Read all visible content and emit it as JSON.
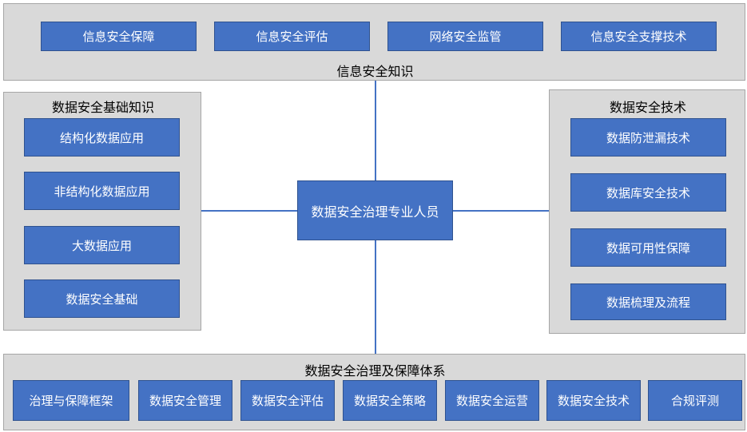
{
  "colors": {
    "box_fill": "#4472c4",
    "panel_fill": "#d9d9d9",
    "connector": "#4472c4"
  },
  "center": {
    "label": "数据安全治理专业人员"
  },
  "top": {
    "title": "信息安全知识",
    "items": [
      "信息安全保障",
      "信息安全评估",
      "网络安全监管",
      "信息安全支撑技术"
    ]
  },
  "left": {
    "title": "数据安全基础知识",
    "items": [
      "结构化数据应用",
      "非结构化数据应用",
      "大数据应用",
      "数据安全基础"
    ]
  },
  "right": {
    "title": "数据安全技术",
    "items": [
      "数据防泄漏技术",
      "数据库安全技术",
      "数据可用性保障",
      "数据梳理及流程"
    ]
  },
  "bottom": {
    "title": "数据安全治理及保障体系",
    "items": [
      "治理与保障框架",
      "数据安全管理",
      "数据安全评估",
      "数据安全策略",
      "数据安全运营",
      "数据安全技术",
      "合规评测"
    ]
  }
}
